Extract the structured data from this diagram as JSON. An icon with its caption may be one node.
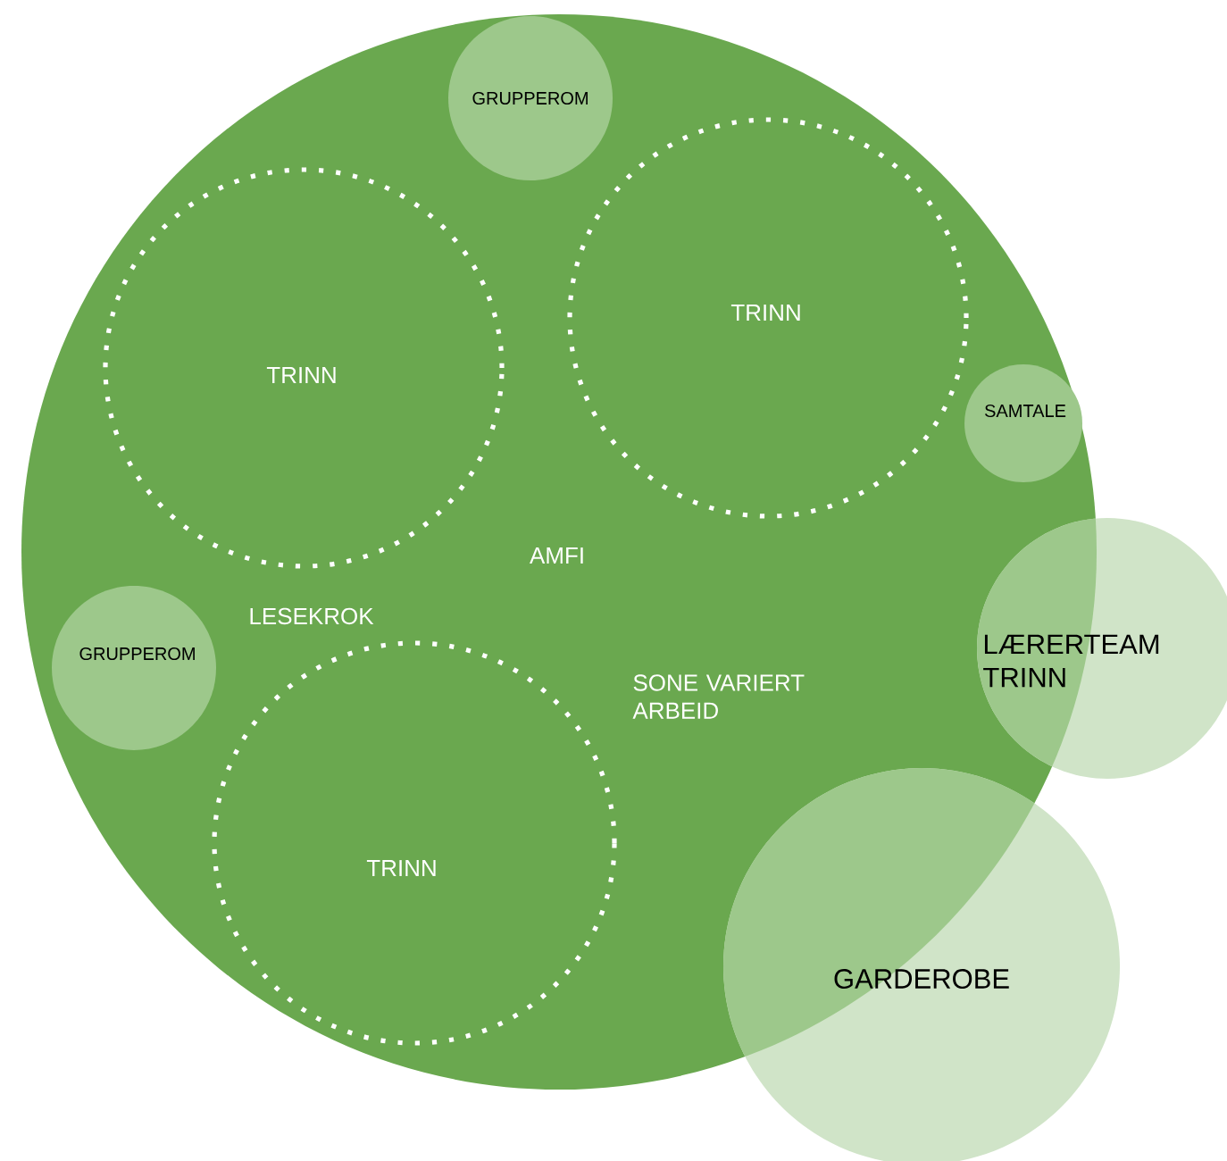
{
  "diagram": {
    "nodes": [
      {
        "text": [
          "AMFI",
          "LESEKROK",
          "SONE VARIERT ARBEID"
        ]
      },
      {
        "text": [
          "GRUPPEROM"
        ],
        "in": 0
      },
      {
        "text": [
          "TRINN"
        ],
        "in": 0
      },
      {
        "text": [
          "TRINN"
        ],
        "in": 0
      },
      {
        "text": [
          "SAMTALE"
        ],
        "in": 0
      },
      {
        "text": [
          "GRUPPEROM"
        ],
        "in": 0
      },
      {
        "text": [
          "TRINN"
        ],
        "in": 0
      },
      {
        "text": [
          "LÆRERTEAM TRINN"
        ]
      },
      {
        "text": [
          "GARDEROBE"
        ]
      }
    ]
  }
}
